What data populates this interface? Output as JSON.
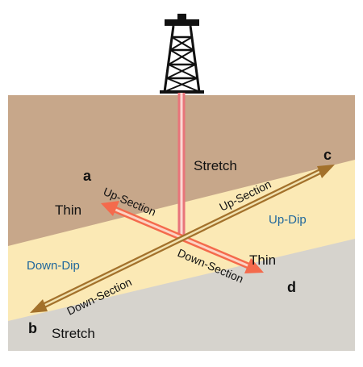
{
  "colors": {
    "upper_layer": "#c7a78a",
    "middle_layer": "#fbe9b5",
    "lower_layer": "#d6d3cd",
    "wellbore": "#e8747a",
    "wellbore_core": "#fbd8d3",
    "well_arrow": "#f46a4c",
    "well_arrow_core": "#fcd3c3",
    "section_arrow": "#a3712b",
    "section_arrow_core": "#f1e2b0",
    "dip_text": "#21689c",
    "derrick": "#111111"
  },
  "labels": {
    "stretch_top": "Stretch",
    "stretch_bottom": "Stretch",
    "thin_left": "Thin",
    "thin_right": "Thin",
    "up_dip": "Up-Dip",
    "down_dip": "Down-Dip",
    "point_a": "a",
    "point_b": "b",
    "point_c": "c",
    "point_d": "d",
    "up_section_a": "Up-Section",
    "up_section_c": "Up-Section",
    "down_section_b": "Down-Section",
    "down_section_d": "Down-Section"
  },
  "icons": {
    "derrick": "drilling-rig-icon"
  }
}
